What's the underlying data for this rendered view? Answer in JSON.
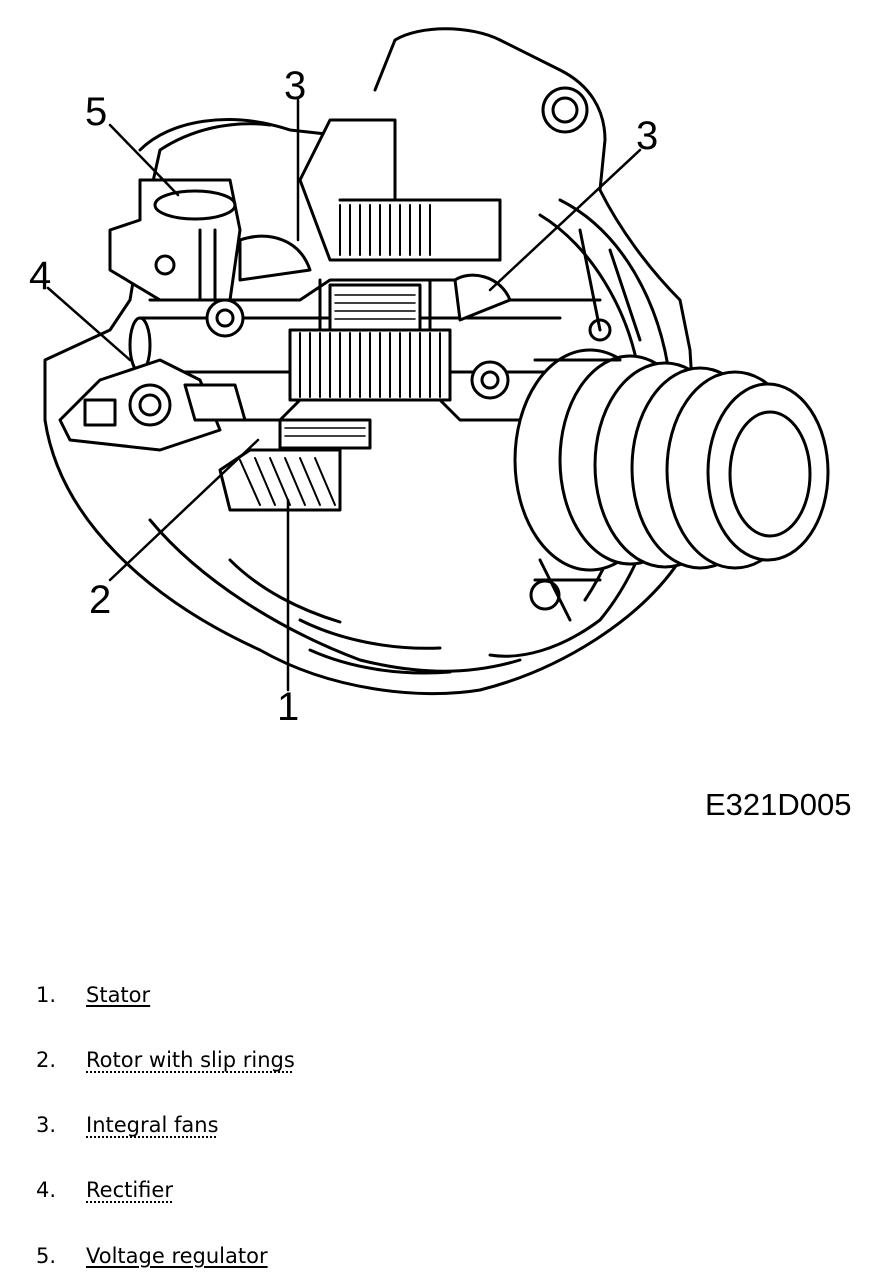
{
  "callouts": [
    {
      "id": "c1",
      "label": "1"
    },
    {
      "id": "c2",
      "label": "2"
    },
    {
      "id": "c3a",
      "label": "3"
    },
    {
      "id": "c3b",
      "label": "3"
    },
    {
      "id": "c4",
      "label": "4"
    },
    {
      "id": "c5",
      "label": "5"
    }
  ],
  "figure_id": "E321D005",
  "legend": [
    {
      "number": "1.",
      "text": "Stator",
      "style": "link"
    },
    {
      "number": "2.",
      "text": "Rotor with slip rings",
      "style": "dotted"
    },
    {
      "number": "3.",
      "text": "Integral fans",
      "style": "dotted"
    },
    {
      "number": "4.",
      "text": "Rectifier",
      "style": "dotted"
    },
    {
      "number": "5.",
      "text": "Voltage regulator",
      "style": "link"
    }
  ]
}
